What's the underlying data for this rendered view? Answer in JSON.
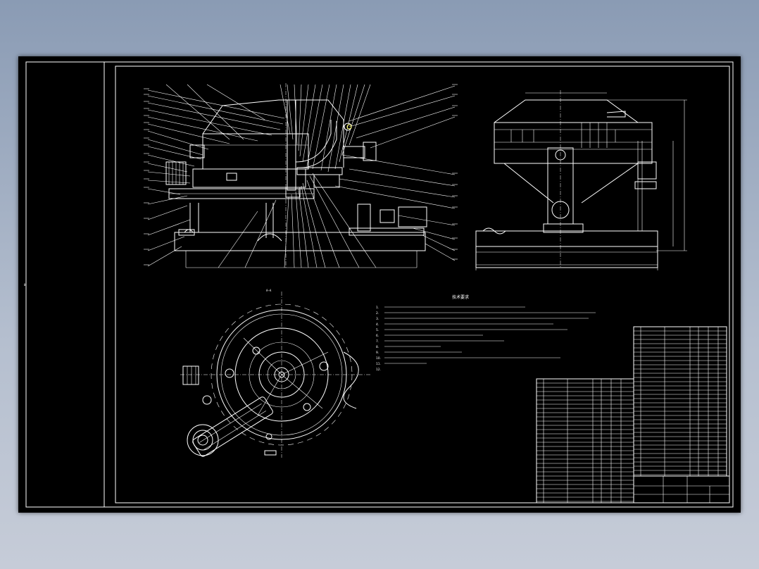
{
  "drawing": {
    "tech_requirements_title": "技术要求",
    "tech_requirements": [
      "1.",
      "2.",
      "3.",
      "4.",
      "5.",
      "6.",
      "7.",
      "8.",
      "9.",
      "10.",
      "11.",
      "12."
    ],
    "section_label": "A—A",
    "left_margin_mark": "0"
  },
  "colors": {
    "background_top": "#8a9bb4",
    "background_bottom": "#c6ccd8",
    "canvas": "#000000",
    "lines": "#ffffff",
    "highlight": "#ffff66"
  }
}
